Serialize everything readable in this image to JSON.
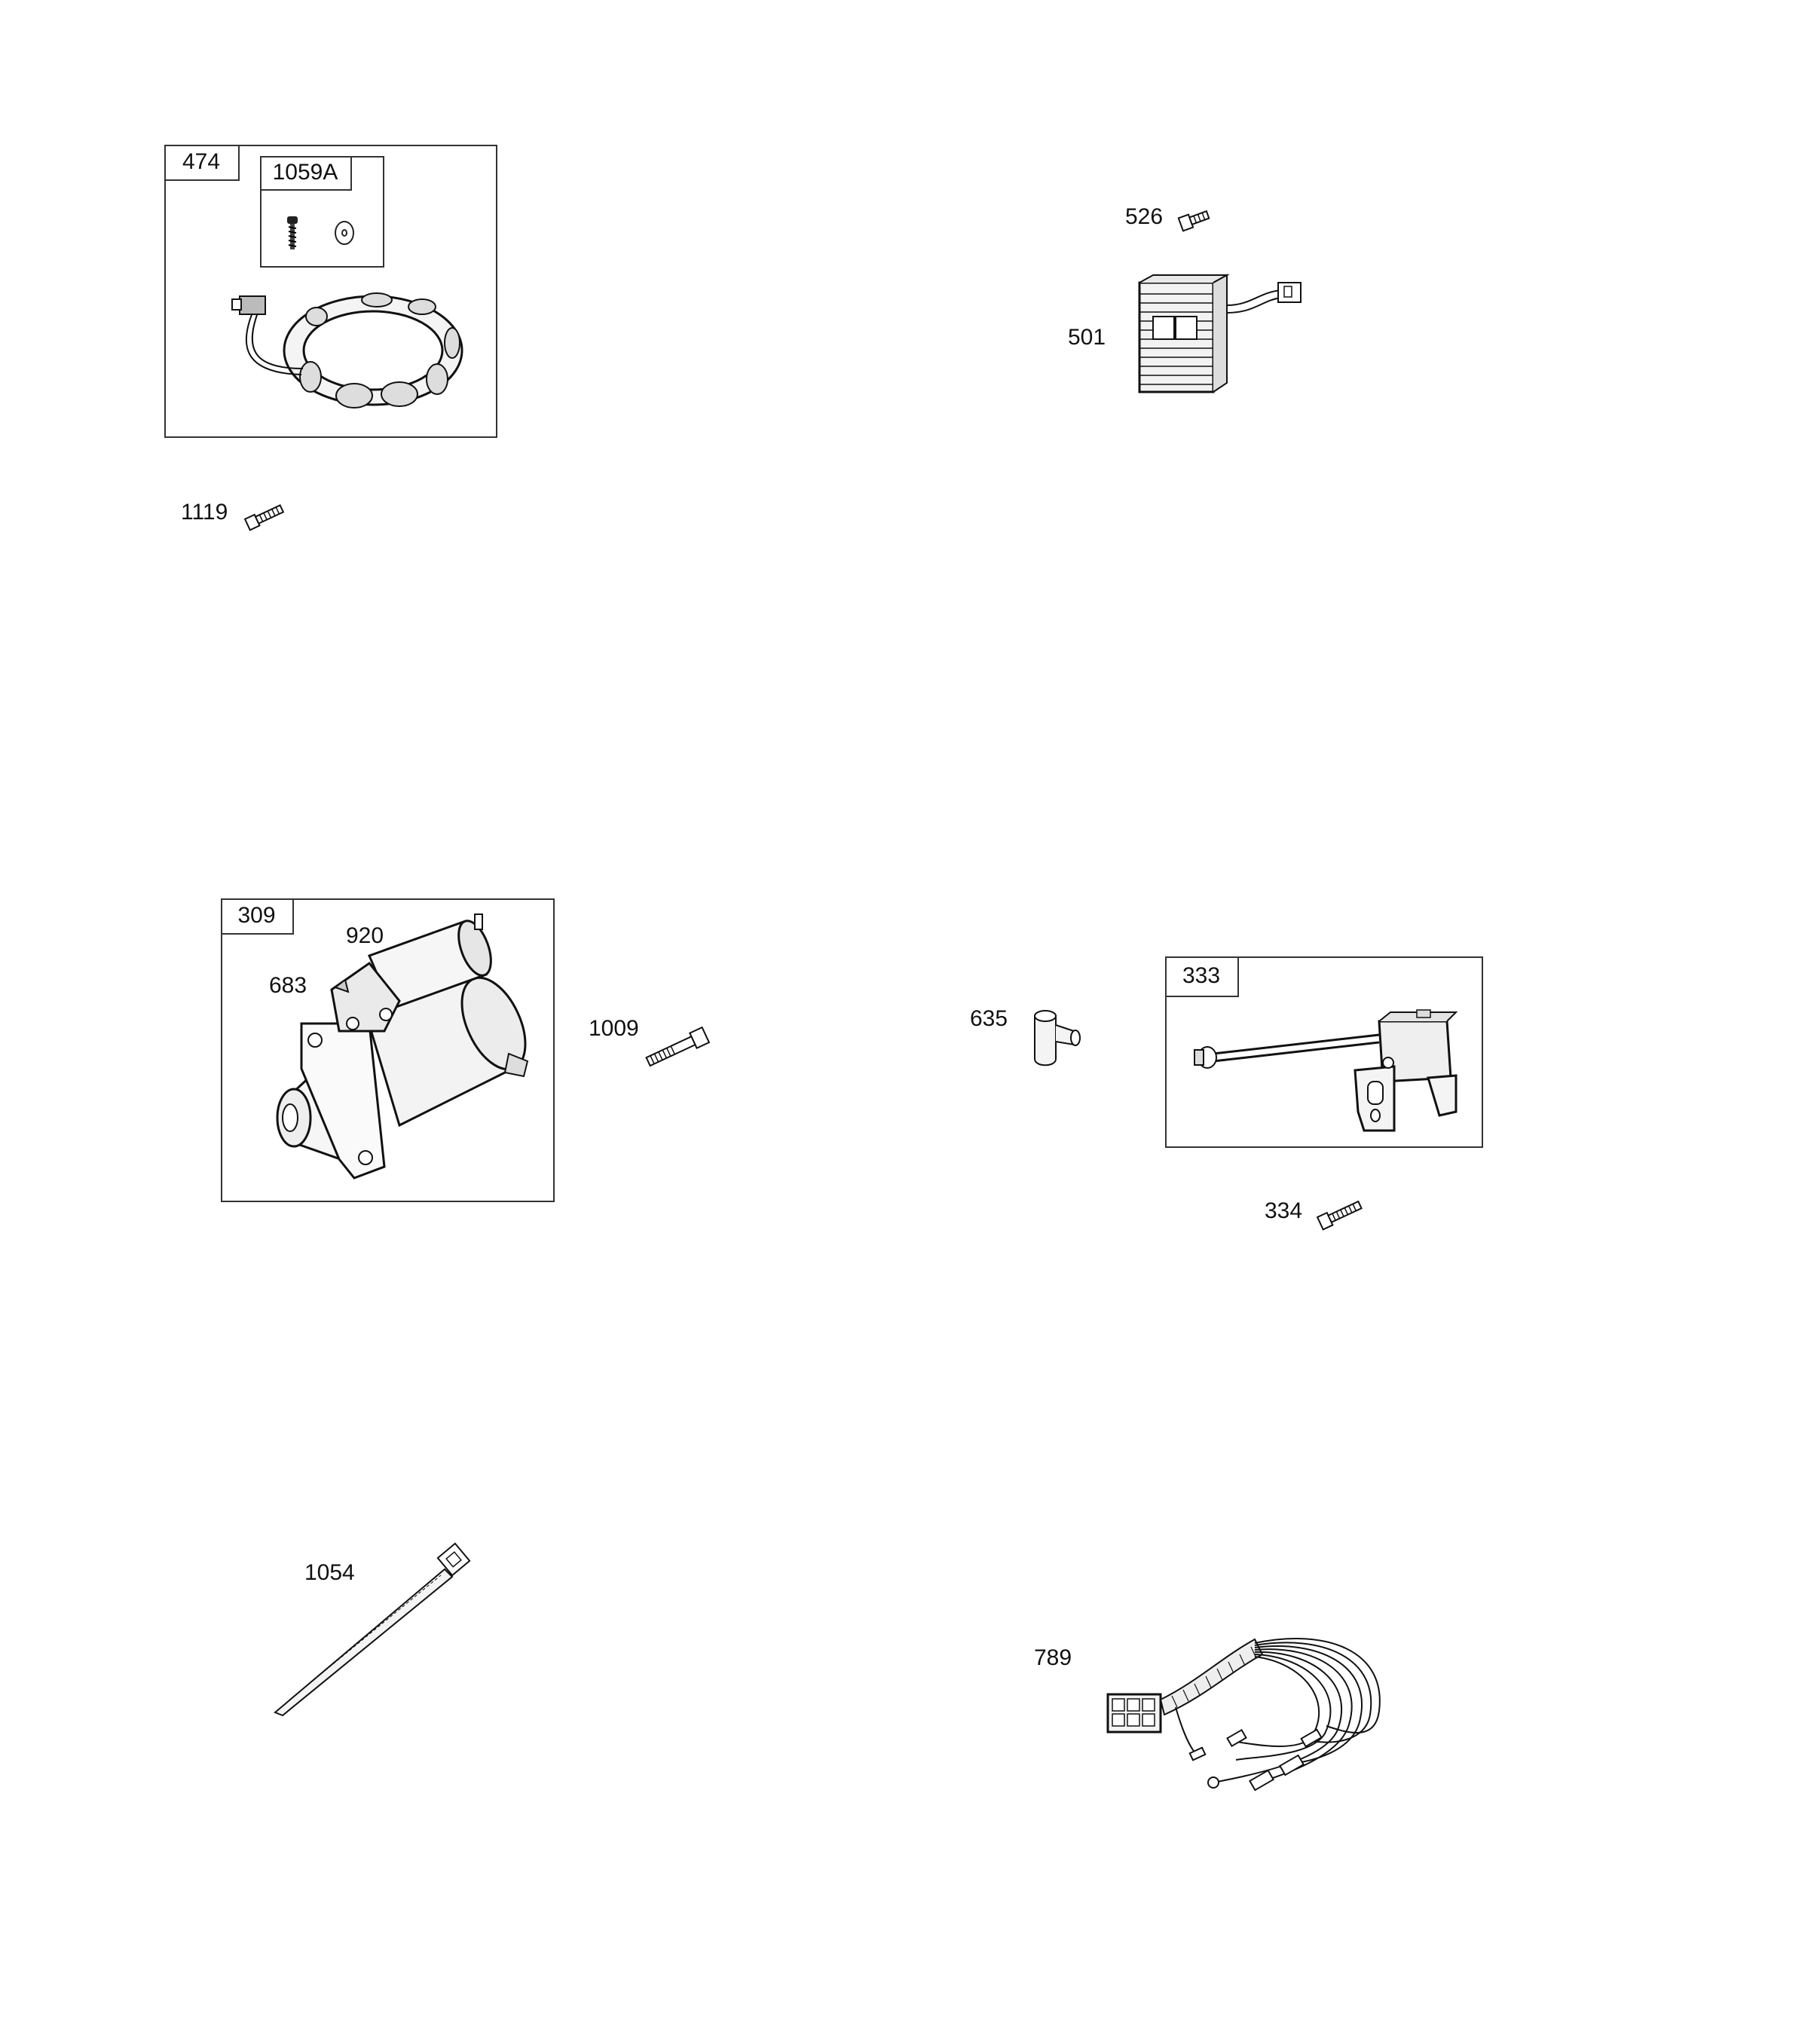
{
  "parts": {
    "p474": "474",
    "p1059a": "1059A",
    "p1119": "1119",
    "p526": "526",
    "p501": "501",
    "p309": "309",
    "p920": "920",
    "p683": "683",
    "p1009": "1009",
    "p635": "635",
    "p333": "333",
    "p334": "334",
    "p1054": "1054",
    "p789": "789"
  }
}
